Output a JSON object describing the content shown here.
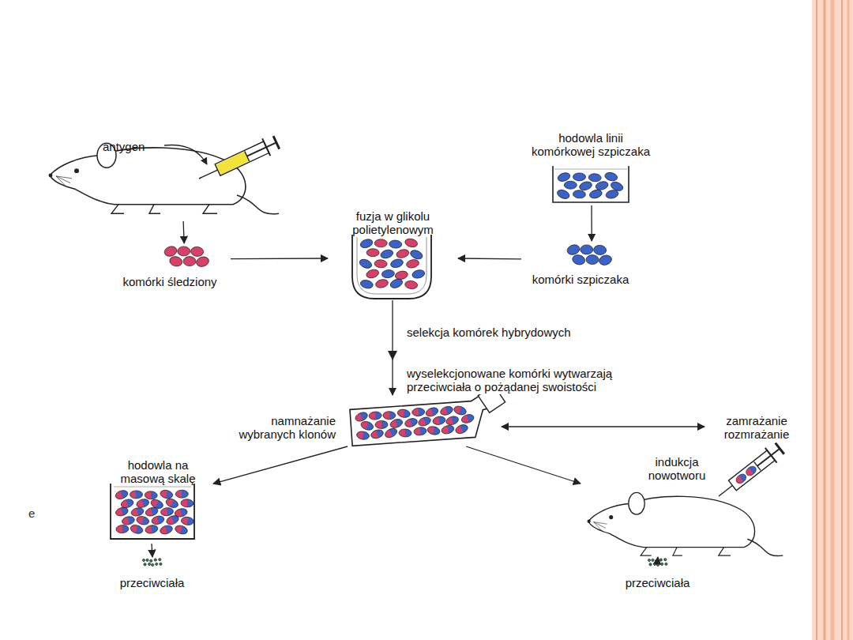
{
  "diagram": {
    "nodes": [
      {
        "text": [
          "antygen"
        ]
      },
      {
        "text": [
          "hodowla linii komórkowej szpiczaka"
        ]
      },
      {
        "text": [
          "komórki śledziony"
        ]
      },
      {
        "text": [
          "fuzja w glikolu polietylenowym"
        ]
      },
      {
        "text": [
          "komórki szpiczaka"
        ]
      },
      {
        "text": [
          "namnażanie wybranych klonów"
        ]
      },
      {
        "text": [
          "zamrażanie rozmrażanie"
        ]
      },
      {
        "text": [
          "hodowla na masową skalę"
        ]
      },
      {
        "text": [
          "indukcja nowotworu"
        ]
      },
      {
        "text": [
          "przeciwciała"
        ]
      },
      {
        "text": [
          "przeciwciała"
        ]
      }
    ],
    "edges": [
      {
        "from": 0,
        "to": 2,
        "arrow": "to"
      },
      {
        "from": 1,
        "to": 4,
        "arrow": "to"
      },
      {
        "from": 2,
        "to": 3,
        "arrow": "to"
      },
      {
        "from": 4,
        "to": 3,
        "arrow": "to"
      },
      {
        "from": 3,
        "to": 5,
        "label": "selekcja komórek hybrydowych",
        "arrow": "to"
      },
      {
        "from": 5,
        "to": 6,
        "arrow": "both"
      },
      {
        "from": 5,
        "to": 7,
        "arrow": "to"
      },
      {
        "from": 5,
        "to": 8,
        "arrow": "to"
      },
      {
        "from": 7,
        "to": 9,
        "arrow": "to"
      },
      {
        "from": 8,
        "to": 10,
        "arrow": "to"
      }
    ],
    "labels": [
      "wyselekcjonowane komórki wytwarzają przeciwciała o pożądanej swoistości",
      "e"
    ]
  }
}
